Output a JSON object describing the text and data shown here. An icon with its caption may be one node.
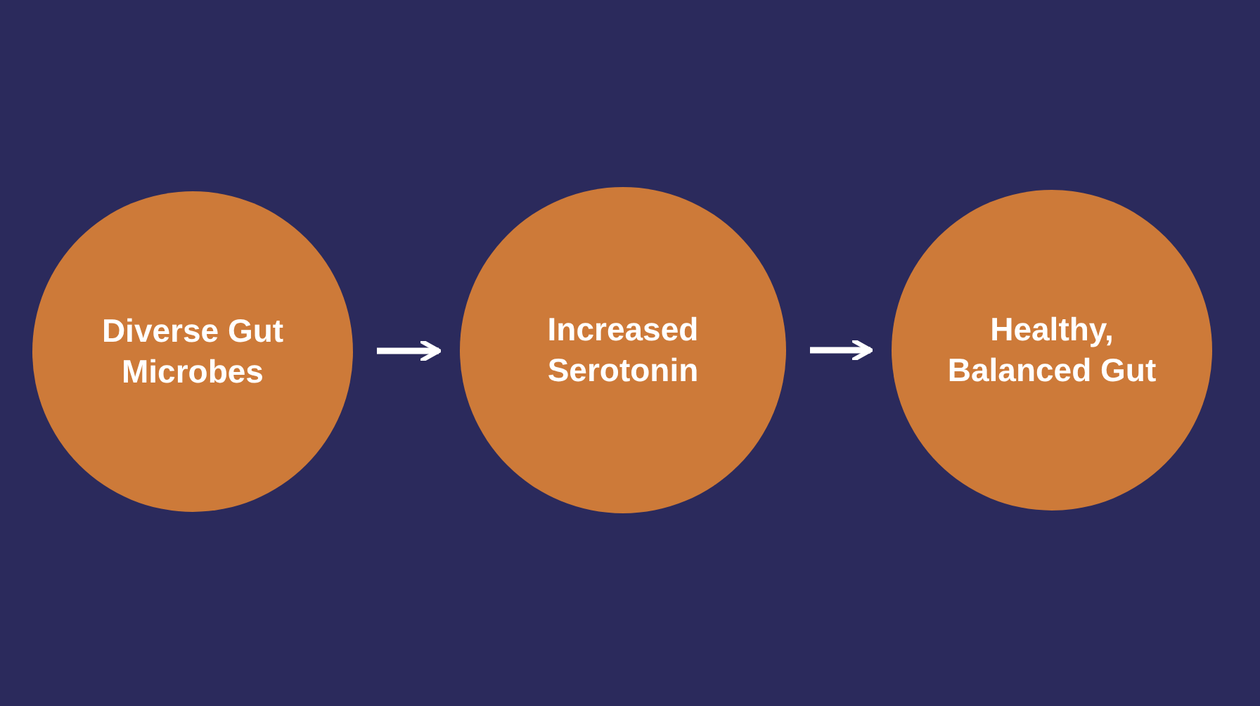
{
  "diagram": {
    "nodes": [
      {
        "text": [
          "Diverse Gut Microbes"
        ]
      },
      {
        "text": [
          "Increased Serotonin"
        ]
      },
      {
        "text": [
          "Healthy, Balanced Gut"
        ]
      }
    ],
    "edges": [
      {
        "from": 0,
        "to": 1,
        "arrow": "to"
      },
      {
        "from": 1,
        "to": 2,
        "arrow": "to"
      }
    ]
  }
}
